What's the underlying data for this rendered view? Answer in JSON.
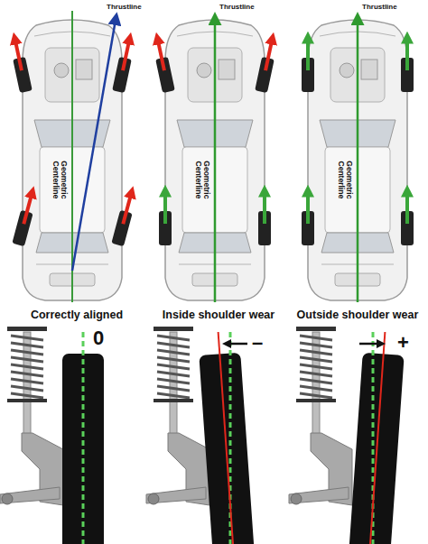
{
  "diagram": {
    "labels": [
      "Thrustline",
      "Thrustline",
      "Thrustline",
      "Geometric Centerline",
      "Geometric Centerline",
      "Geometric Centerline",
      "Correctly aligned",
      "Inside shoulder wear",
      "Outside shoulder wear",
      "0",
      "–",
      "+"
    ]
  }
}
